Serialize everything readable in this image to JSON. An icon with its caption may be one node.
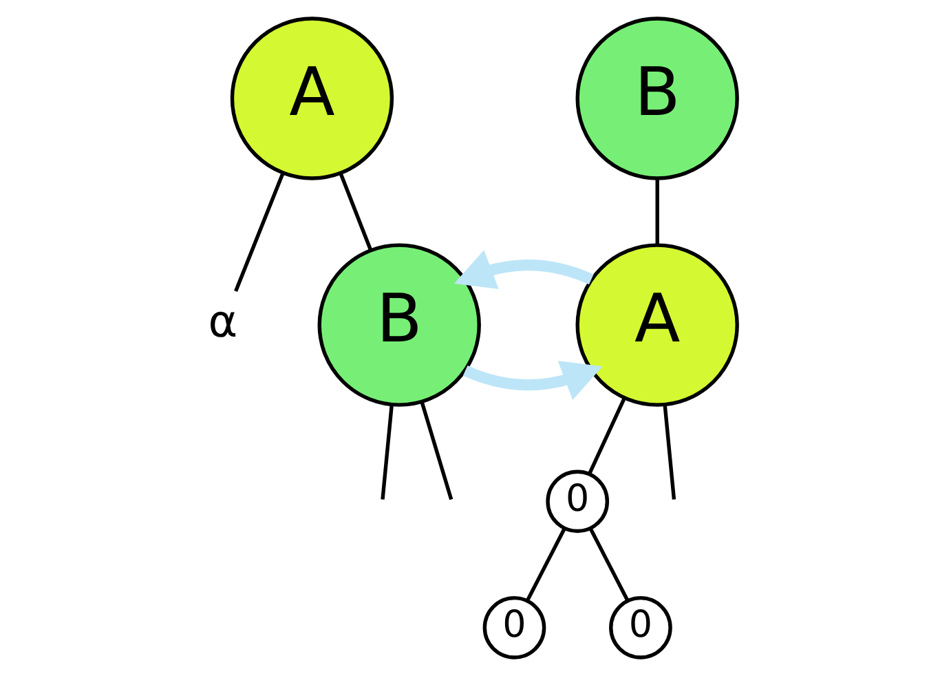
{
  "diagram": {
    "nodes": [
      {
        "text": [
          "A"
        ]
      },
      {
        "text": [
          "α"
        ]
      },
      {
        "text": [
          "B"
        ]
      },
      {
        "text": [
          "B"
        ]
      },
      {
        "text": [
          "A"
        ]
      },
      {
        "text": [
          "0"
        ]
      },
      {
        "text": [
          "0"
        ]
      },
      {
        "text": [
          "0"
        ]
      }
    ],
    "edges": [
      {
        "from": 0,
        "to": 1,
        "arrow": "none"
      },
      {
        "from": 0,
        "to": 2,
        "arrow": "none"
      },
      {
        "from": 2,
        "to": null,
        "arrow": "none"
      },
      {
        "from": 2,
        "to": null,
        "arrow": "none"
      },
      {
        "from": 2,
        "to": 4,
        "arrow": "to",
        "style": "thick",
        "color": "#bde5f8"
      },
      {
        "from": 4,
        "to": 2,
        "arrow": "to",
        "style": "thick",
        "color": "#bde5f8"
      },
      {
        "from": 3,
        "to": 4,
        "arrow": "none"
      },
      {
        "from": 4,
        "to": null,
        "arrow": "none"
      },
      {
        "from": 4,
        "to": 5,
        "arrow": "none"
      },
      {
        "from": 5,
        "to": 6,
        "arrow": "none"
      },
      {
        "from": 5,
        "to": 7,
        "arrow": "none"
      }
    ]
  }
}
